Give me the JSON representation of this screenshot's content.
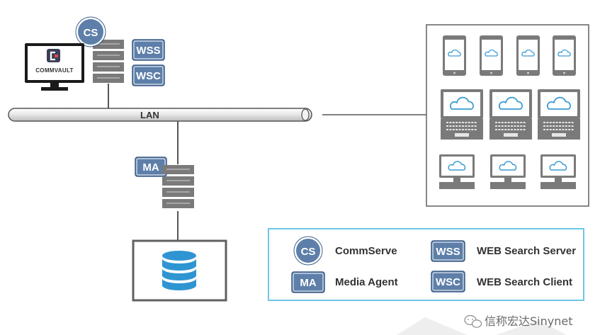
{
  "colors": {
    "badge_fill": "#5d7fa9",
    "badge_border": "#3f5f87",
    "server_gray": "#7a7a7a",
    "lan_stroke": "#555555",
    "legend_border": "#6ec6e8",
    "cloud_blue": "#3d9bd3",
    "database_blue": "#2f95d2"
  },
  "topology": {
    "cs_badge": "CS",
    "wss_badge": "WSS",
    "wsc_badge": "WSC",
    "logo_text": "COMMVAULT",
    "lan_label": "LAN",
    "ma_badge": "MA"
  },
  "devices": {
    "phones": 4,
    "laptops": 3,
    "desktops": 3
  },
  "legend": {
    "cs_badge": "CS",
    "cs_label": "CommServe",
    "ma_badge": "MA",
    "ma_label": "Media Agent",
    "wss_badge": "WSS",
    "wss_label": "WEB Search Server",
    "wsc_badge": "WSC",
    "wsc_label": "WEB Search Client"
  },
  "watermark": {
    "text": "信称宏达Sinynet"
  }
}
